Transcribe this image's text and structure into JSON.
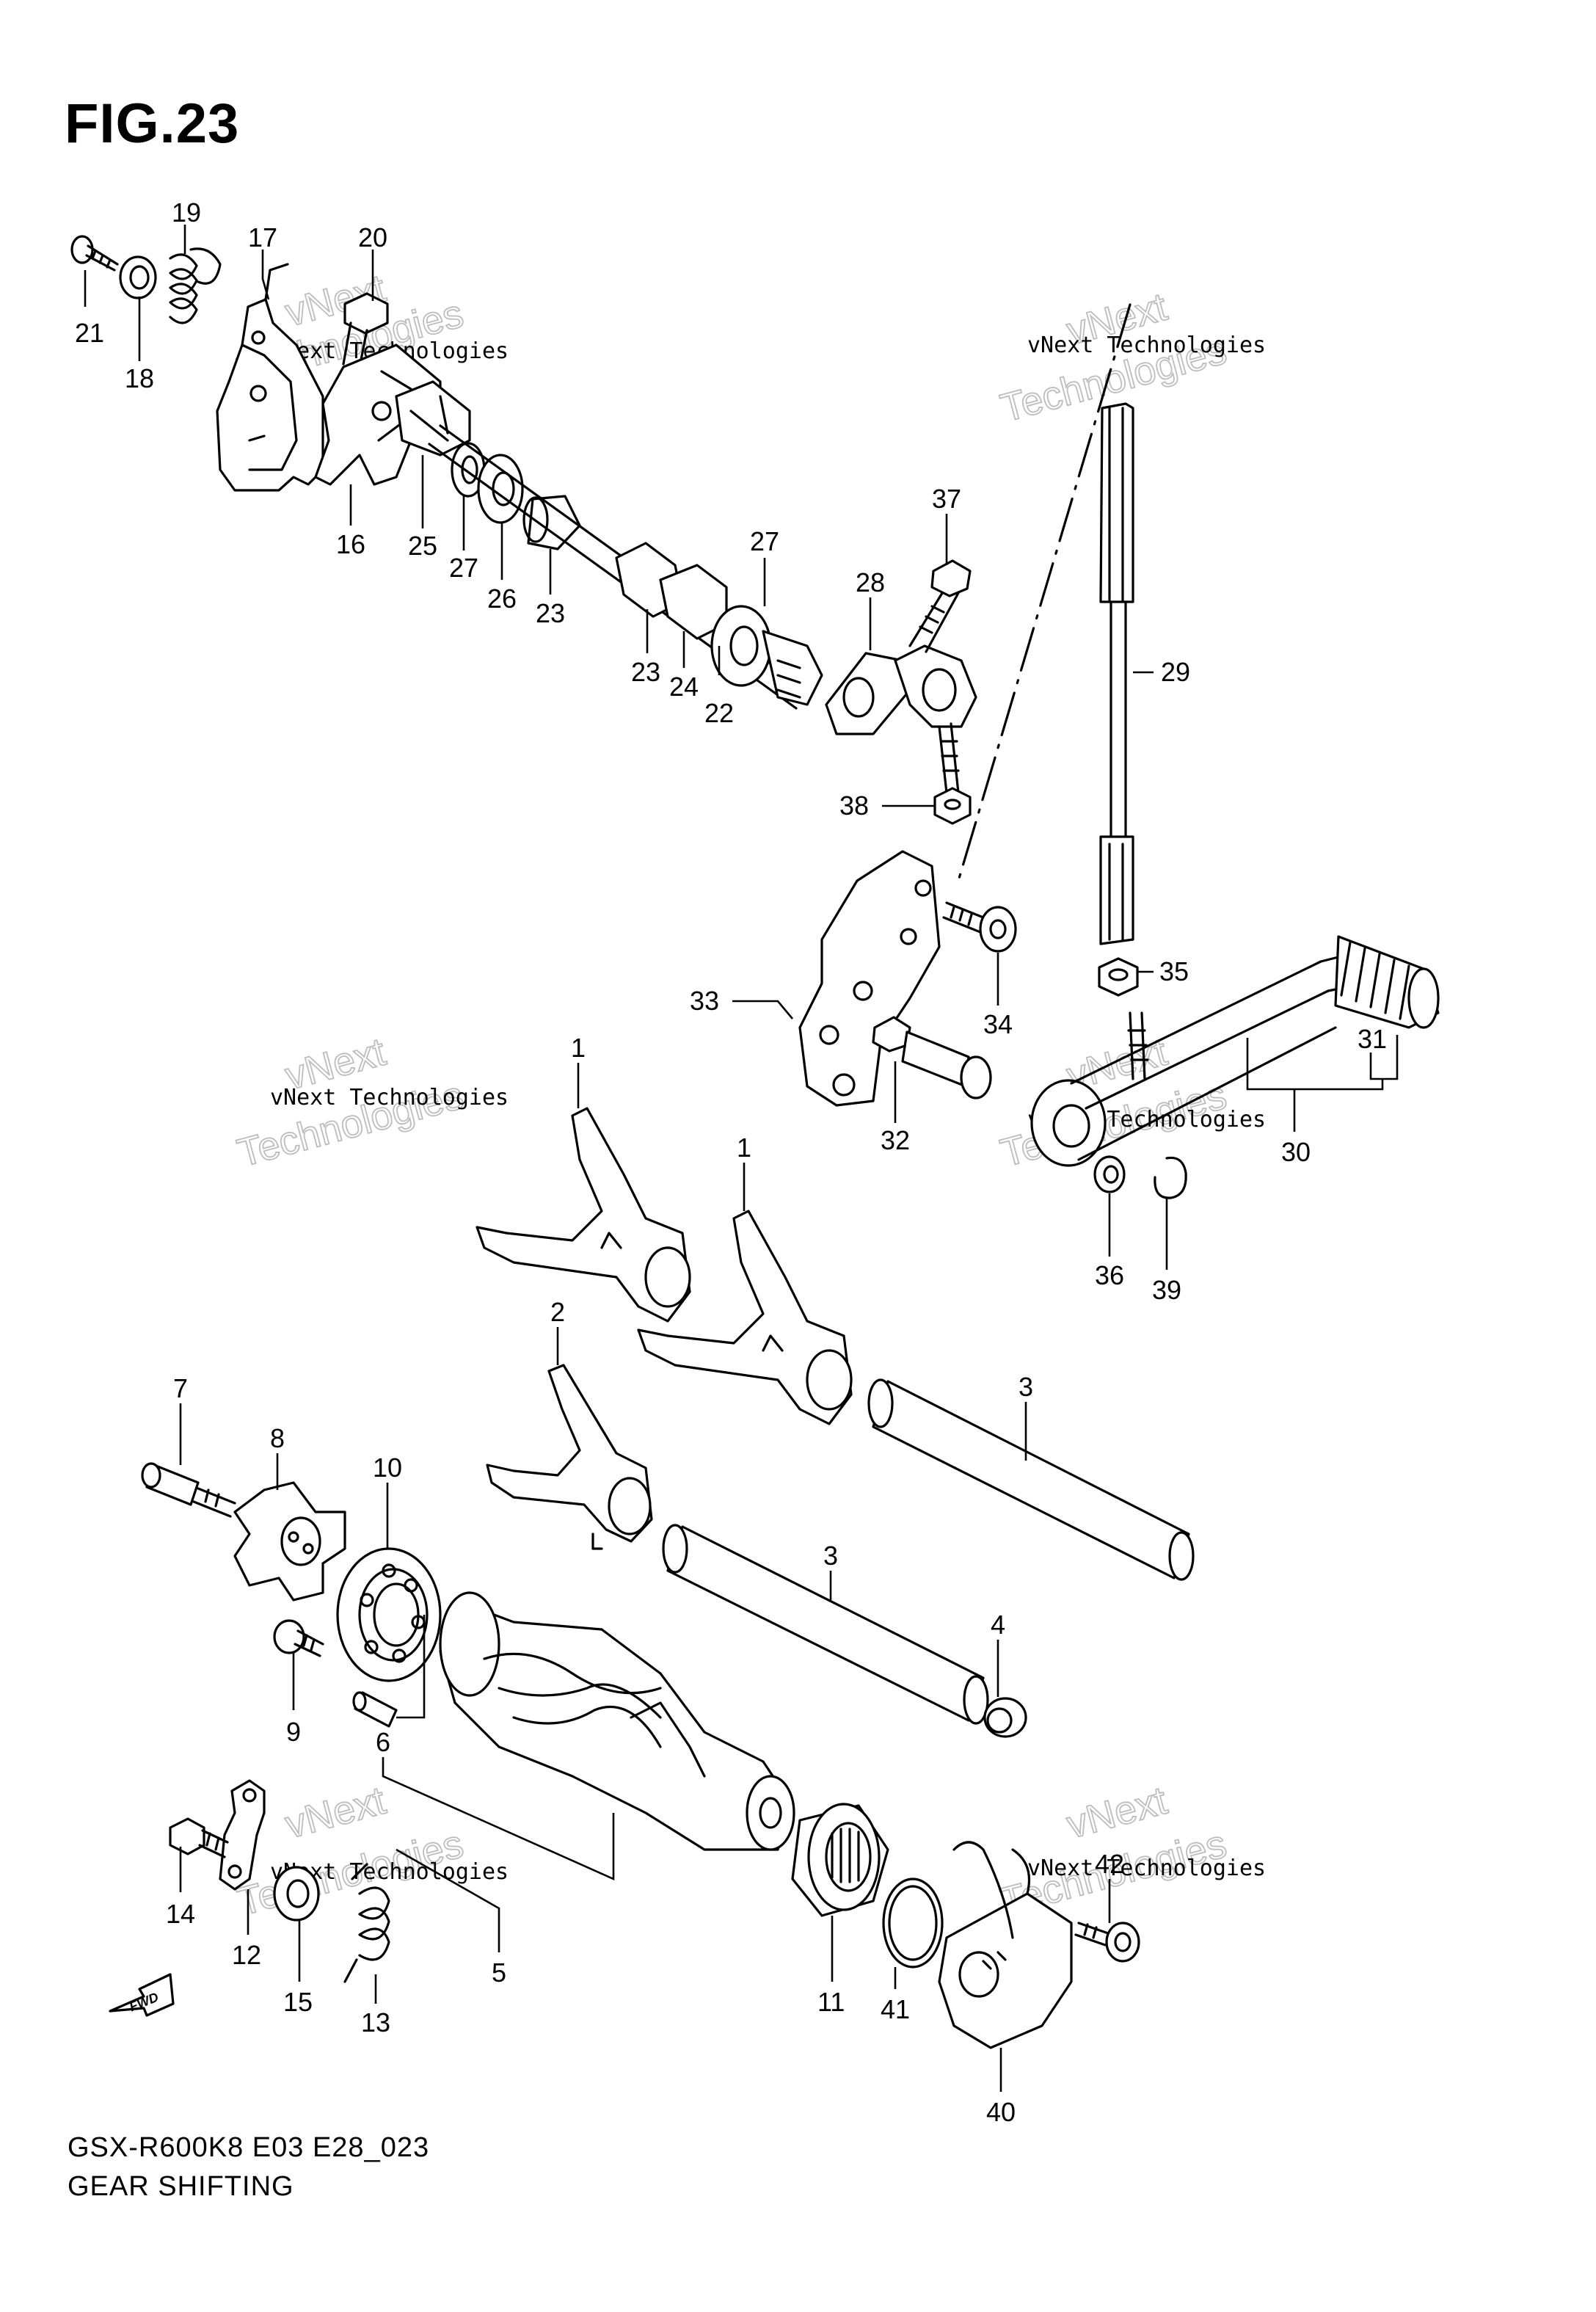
{
  "figure": {
    "title": "FIG.23",
    "model_code": "GSX-R600K8 E03 E28_023",
    "section_name": "GEAR SHIFTING",
    "direction_marker": "FWD"
  },
  "watermark": {
    "line1": "vNext",
    "line2": "vNext Technologies",
    "line3": "Technologies"
  },
  "callouts": [
    {
      "id": "c1a",
      "label": "1"
    },
    {
      "id": "c1b",
      "label": "1"
    },
    {
      "id": "c2",
      "label": "2"
    },
    {
      "id": "c3a",
      "label": "3"
    },
    {
      "id": "c3b",
      "label": "3"
    },
    {
      "id": "c4",
      "label": "4"
    },
    {
      "id": "c5",
      "label": "5"
    },
    {
      "id": "c6",
      "label": "6"
    },
    {
      "id": "c7",
      "label": "7"
    },
    {
      "id": "c8",
      "label": "8"
    },
    {
      "id": "c9",
      "label": "9"
    },
    {
      "id": "c10",
      "label": "10"
    },
    {
      "id": "c11",
      "label": "11"
    },
    {
      "id": "c12",
      "label": "12"
    },
    {
      "id": "c13",
      "label": "13"
    },
    {
      "id": "c14",
      "label": "14"
    },
    {
      "id": "c15",
      "label": "15"
    },
    {
      "id": "c16",
      "label": "16"
    },
    {
      "id": "c17",
      "label": "17"
    },
    {
      "id": "c18",
      "label": "18"
    },
    {
      "id": "c19",
      "label": "19"
    },
    {
      "id": "c20",
      "label": "20"
    },
    {
      "id": "c21",
      "label": "21"
    },
    {
      "id": "c22",
      "label": "22"
    },
    {
      "id": "c23a",
      "label": "23"
    },
    {
      "id": "c23b",
      "label": "23"
    },
    {
      "id": "c24",
      "label": "24"
    },
    {
      "id": "c25",
      "label": "25"
    },
    {
      "id": "c26",
      "label": "26"
    },
    {
      "id": "c27a",
      "label": "27"
    },
    {
      "id": "c27b",
      "label": "27"
    },
    {
      "id": "c28",
      "label": "28"
    },
    {
      "id": "c29",
      "label": "29"
    },
    {
      "id": "c30",
      "label": "30"
    },
    {
      "id": "c31",
      "label": "31"
    },
    {
      "id": "c32",
      "label": "32"
    },
    {
      "id": "c33",
      "label": "33"
    },
    {
      "id": "c34",
      "label": "34"
    },
    {
      "id": "c35",
      "label": "35"
    },
    {
      "id": "c36",
      "label": "36"
    },
    {
      "id": "c37",
      "label": "37"
    },
    {
      "id": "c38",
      "label": "38"
    },
    {
      "id": "c39",
      "label": "39"
    },
    {
      "id": "c40",
      "label": "40"
    },
    {
      "id": "c41",
      "label": "41"
    },
    {
      "id": "c42",
      "label": "42"
    }
  ]
}
